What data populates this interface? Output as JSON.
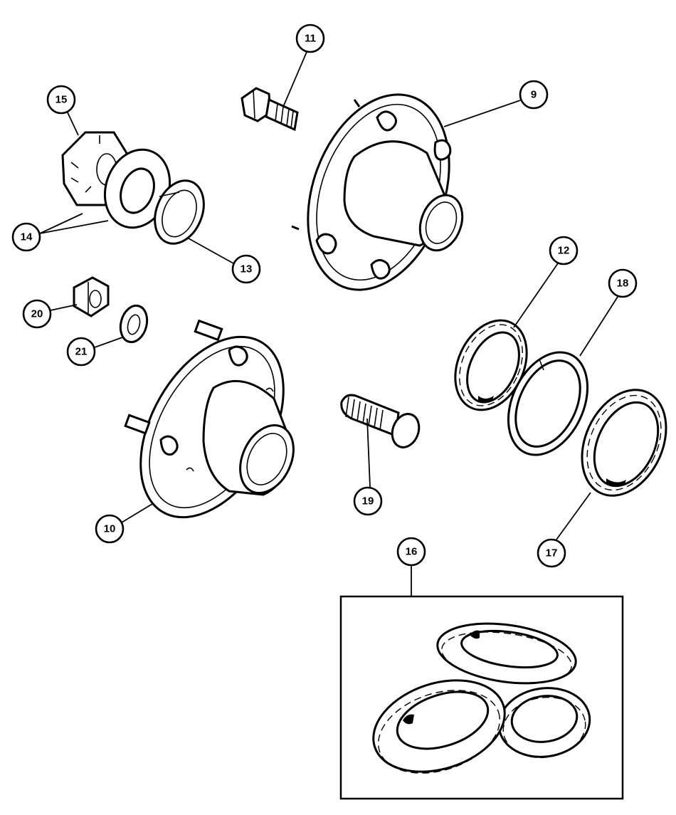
{
  "diagram": {
    "colors": {
      "line": "#000000",
      "background": "#ffffff"
    },
    "callouts": [
      {
        "id": "c9",
        "label": "9"
      },
      {
        "id": "c10",
        "label": "10"
      },
      {
        "id": "c11",
        "label": "11"
      },
      {
        "id": "c12",
        "label": "12"
      },
      {
        "id": "c13",
        "label": "13"
      },
      {
        "id": "c14",
        "label": "14"
      },
      {
        "id": "c15",
        "label": "15"
      },
      {
        "id": "c16",
        "label": "16"
      },
      {
        "id": "c17",
        "label": "17"
      },
      {
        "id": "c18",
        "label": "18"
      },
      {
        "id": "c19",
        "label": "19"
      },
      {
        "id": "c20",
        "label": "20"
      },
      {
        "id": "c21",
        "label": "21"
      }
    ]
  }
}
